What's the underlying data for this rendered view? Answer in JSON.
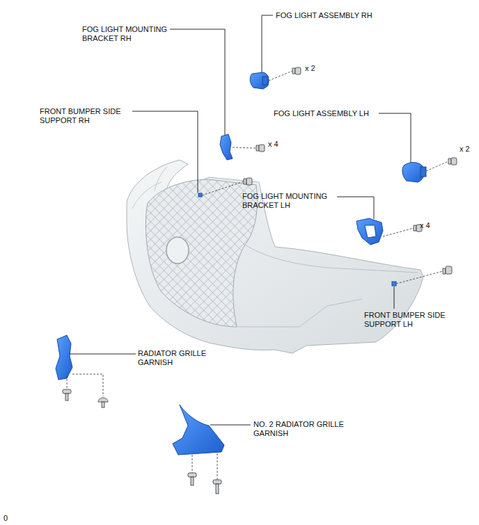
{
  "diagram": {
    "labels": [
      "FOG LIGHT ASSEMBLY RH",
      "FOG LIGHT MOUNTING BRACKET RH",
      "x 2",
      "FRONT BUMPER SIDE SUPPORT RH",
      "FOG LIGHT ASSEMBLY LH",
      "x 4",
      "x 2",
      "FOG LIGHT MOUNTING BRACKET LH",
      "x 4",
      "FRONT BUMPER SIDE SUPPORT LH",
      "RADIATOR GRILLE GARNISH",
      "NO. 2 RADIATOR GRILLE GARNISH",
      "0"
    ]
  }
}
